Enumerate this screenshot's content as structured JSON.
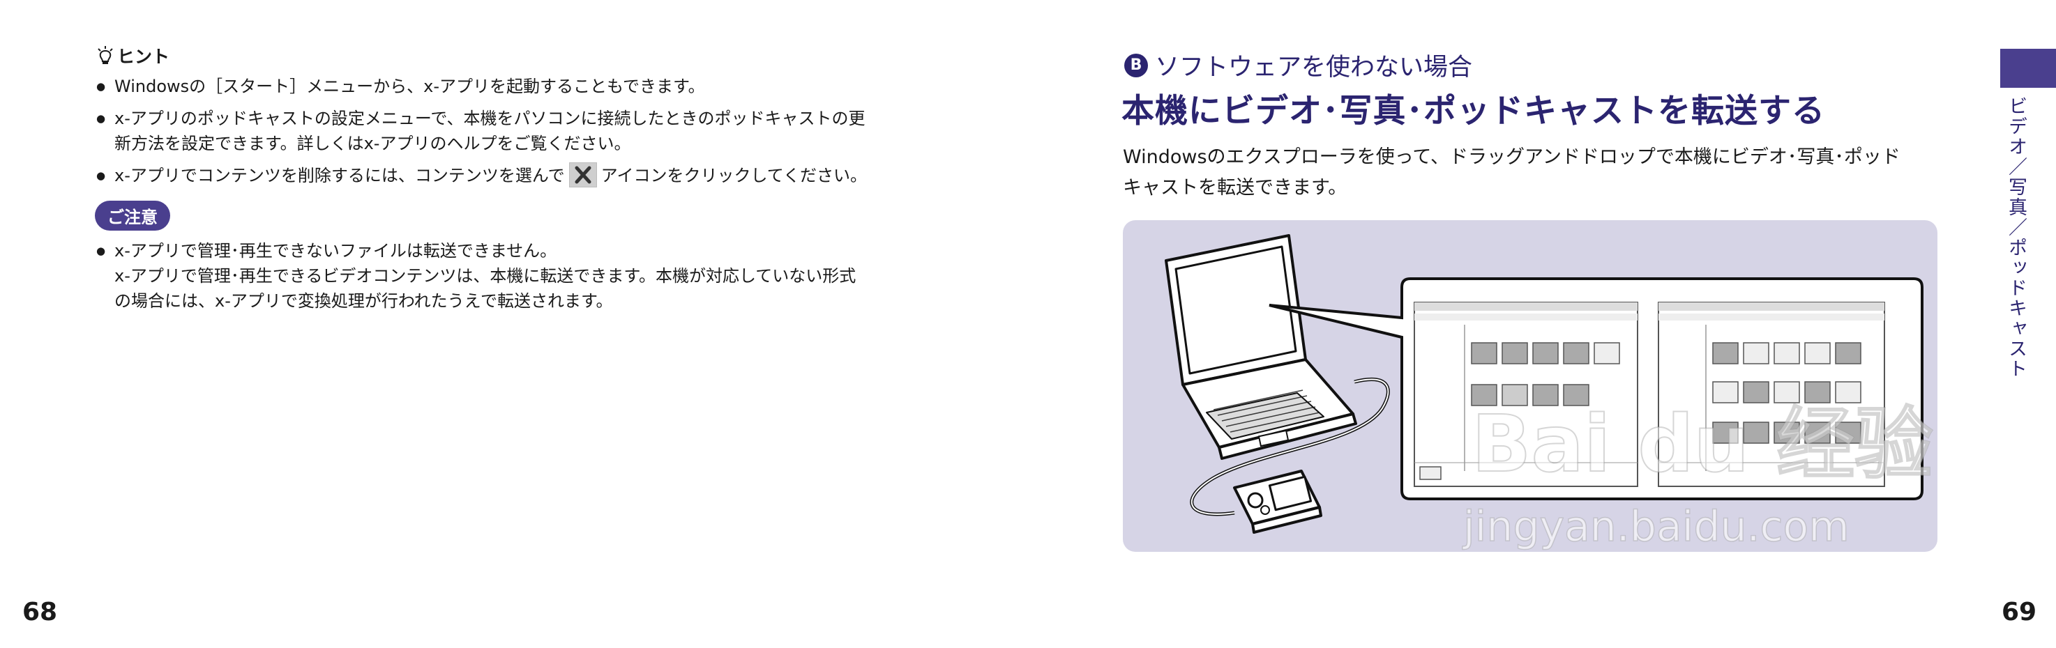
{
  "left_page": {
    "hint": {
      "title": "ヒント",
      "items": [
        {
          "lines": [
            "Windowsの［スタート］メニューから、x-アプリを起動することもできます。"
          ]
        },
        {
          "lines": [
            "x-アプリのポッドキャストの設定メニューで、本機をパソコンに接続したときのポッドキャストの更",
            "新方法を設定できます。詳しくはx-アプリのヘルプをご覧ください。"
          ]
        },
        {
          "before": "x-アプリでコンテンツを削除するには、コンテンツを選んで",
          "icon": "delete-x-icon",
          "after": "アイコンをクリックしてください。"
        }
      ]
    },
    "caution": {
      "label": "ご注意",
      "lines": [
        "x-アプリで管理･再生できないファイルは転送できません。",
        "x-アプリで管理･再生できるビデオコンテンツは、本機に転送できます。本機が対応していない形式",
        "の場合には、x-アプリで変換処理が行われたうえで転送されます。"
      ]
    },
    "page_number": "68"
  },
  "right_page": {
    "section_letter": "B",
    "section_heading": "ソフトウェアを使わない場合",
    "title": "本機にビデオ･写真･ポッドキャストを転送する",
    "intro_lines": [
      "Windowsのエクスプローラを使って、ドラッグアンドドロップで本機にビデオ･写真･ポッド",
      "キャストを転送できます。"
    ],
    "illustration": {
      "watermark_main": "Bai  du 经验",
      "watermark_url": "jingyan.baidu.com",
      "background": "#d6d4e6"
    },
    "side_tab": "ビデオ／写真／ポッドキャスト",
    "page_number": "69"
  },
  "colors": {
    "accent": "#2b2470",
    "badge": "#4a3f8e"
  }
}
